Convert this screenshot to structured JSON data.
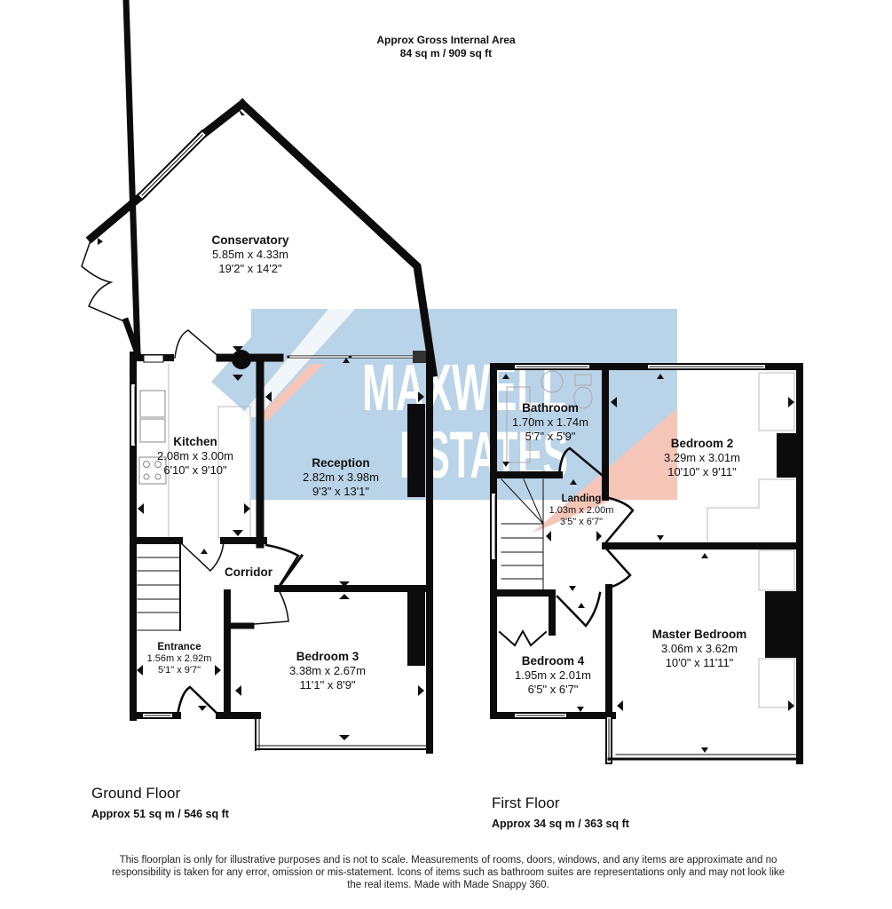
{
  "header": {
    "title": "Approx Gross Internal Area",
    "area": "84 sq m / 909 sq ft"
  },
  "watermark": {
    "line1": "MAXWELL",
    "line2": "ESTATES",
    "colors": {
      "blue": "#b9d3e8",
      "salmon": "#f5c6b8",
      "text": "#ffffff"
    }
  },
  "wall_color": "#0c0c0c",
  "ground_floor": {
    "title": "Ground Floor",
    "area": "Approx 51 sq m / 546 sq ft",
    "rooms": [
      {
        "name": "Conservatory",
        "metric": "5.85m x 4.33m",
        "imperial": "19'2\" x 14'2\""
      },
      {
        "name": "Kitchen",
        "metric": "2.08m x 3.00m",
        "imperial": "6'10\" x 9'10\""
      },
      {
        "name": "Reception",
        "metric": "2.82m x 3.98m",
        "imperial": "9'3\" x 13'1\""
      },
      {
        "name": "Corridor"
      },
      {
        "name": "Entrance",
        "metric": "1.56m x 2.92m",
        "imperial": "5'1\" x 9'7\""
      },
      {
        "name": "Bedroom 3",
        "metric": "3.38m x 2.67m",
        "imperial": "11'1\" x 8'9\""
      }
    ]
  },
  "first_floor": {
    "title": "First Floor",
    "area": "Approx 34 sq m / 363 sq ft",
    "rooms": [
      {
        "name": "Bathroom",
        "metric": "1.70m x 1.74m",
        "imperial": "5'7\" x 5'9\""
      },
      {
        "name": "Bedroom 2",
        "metric": "3.29m x 3.01m",
        "imperial": "10'10\" x 9'11\""
      },
      {
        "name": "Landing",
        "metric": "1.03m x 2.00m",
        "imperial": "3'5\" x 6'7\""
      },
      {
        "name": "Bedroom 4",
        "metric": "1.95m x 2.01m",
        "imperial": "6'5\" x 6'7\""
      },
      {
        "name": "Master Bedroom",
        "metric": "3.06m x 3.62m",
        "imperial": "10'0\" x 11'11\""
      }
    ]
  },
  "disclaimer": "This floorplan is only for illustrative purposes and is not to scale. Measurements of rooms, doors, windows, and any items are approximate and no responsibility is taken for any error, omission or mis-statement. Icons of items such as bathroom suites are representations only and may not look like the real items. Made with Made Snappy 360."
}
